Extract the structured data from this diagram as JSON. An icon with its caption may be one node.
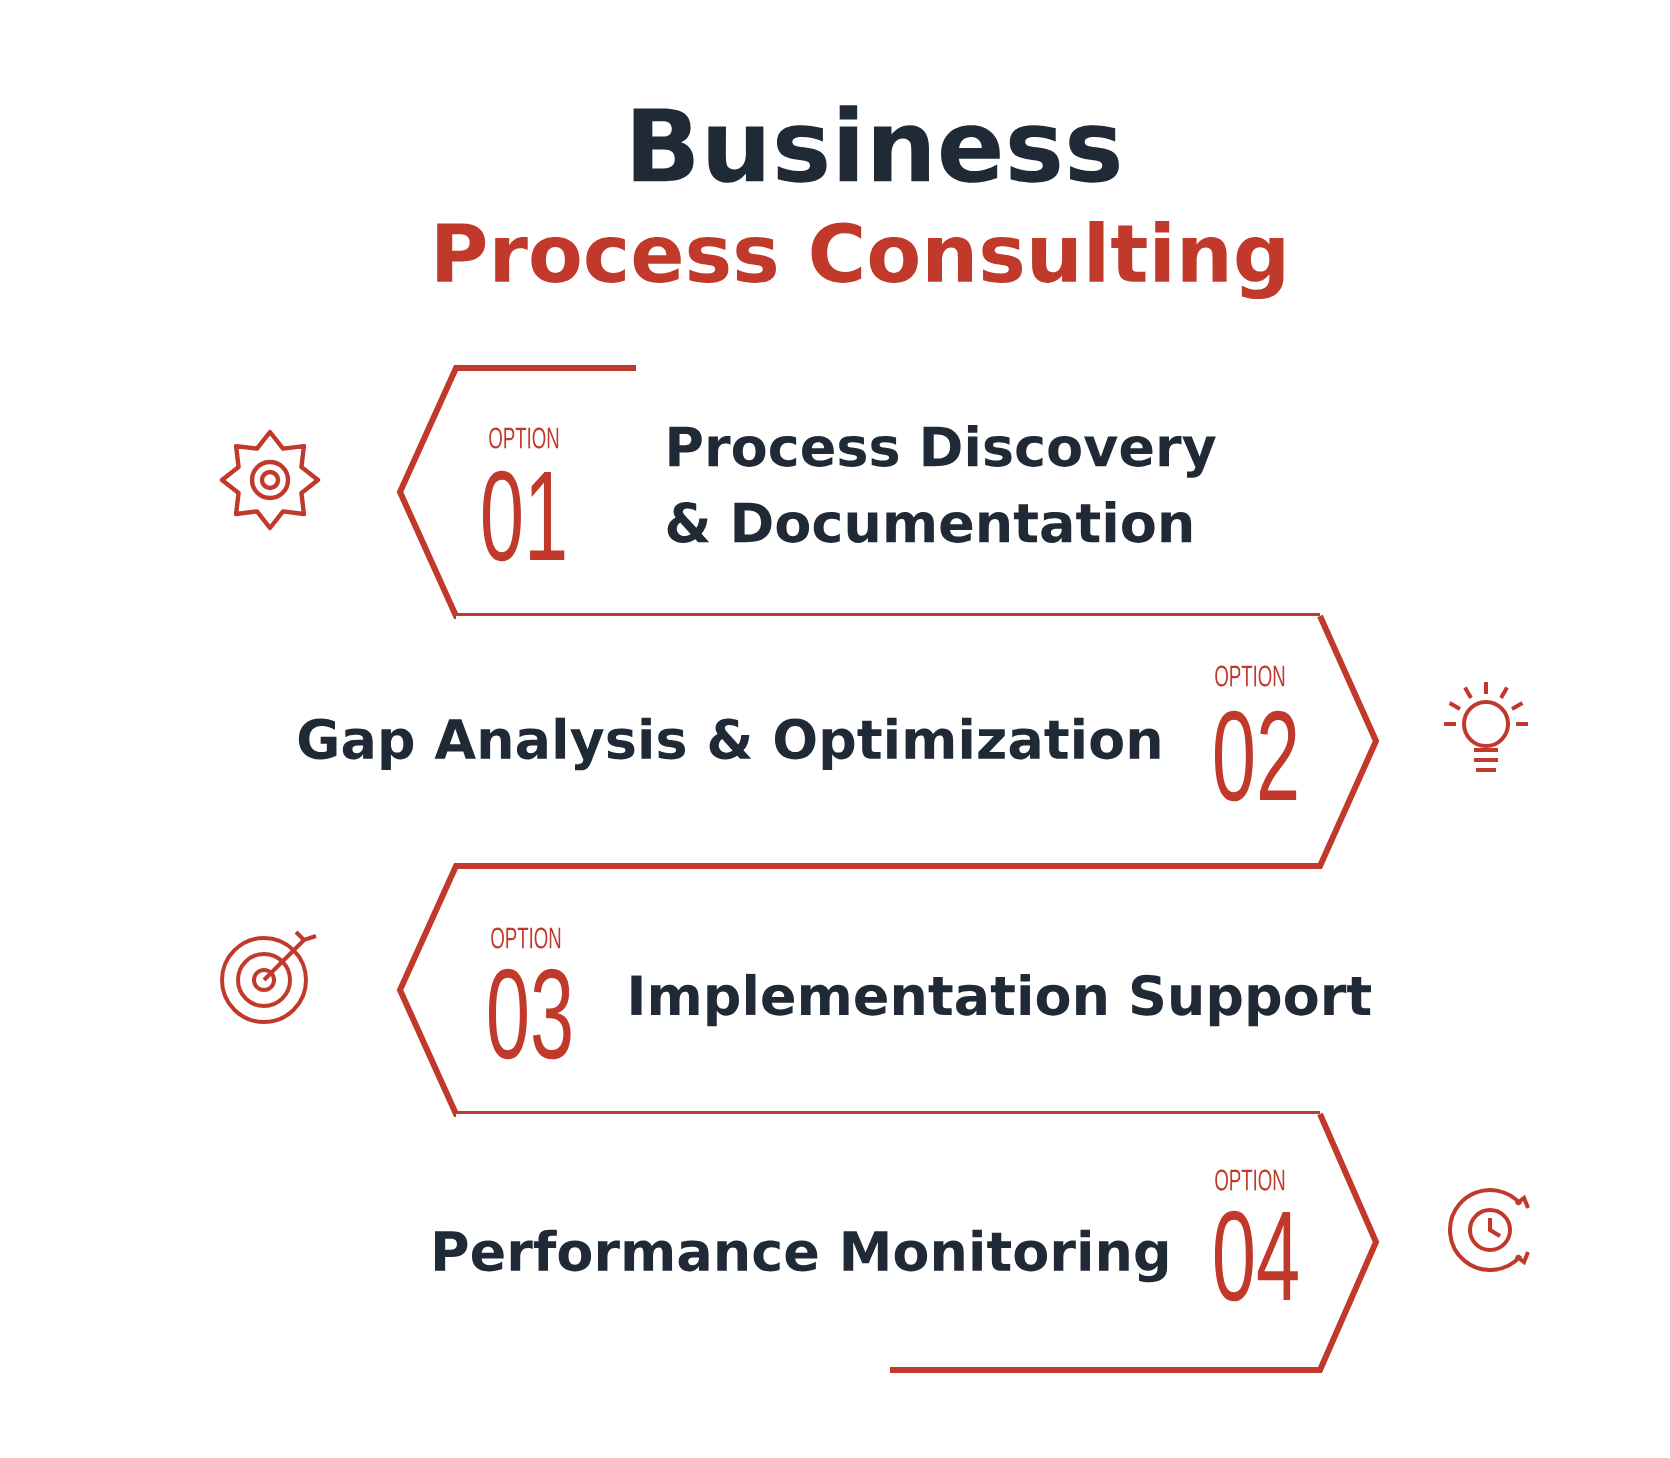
{
  "diagram": {
    "title": "Business",
    "nodes": [
      {
        "text": [
          "OPTION",
          "01",
          "Process Discovery & Documentation"
        ]
      },
      {
        "text": [
          "Gap Analysis & Optimization",
          "OPTION",
          "02"
        ]
      },
      {
        "text": [
          "OPTION",
          "03",
          "Implementation Support"
        ]
      },
      {
        "text": [
          "Performance Monitoring",
          "OPTION",
          "04"
        ]
      }
    ],
    "labels": [
      "Process Consulting"
    ]
  }
}
